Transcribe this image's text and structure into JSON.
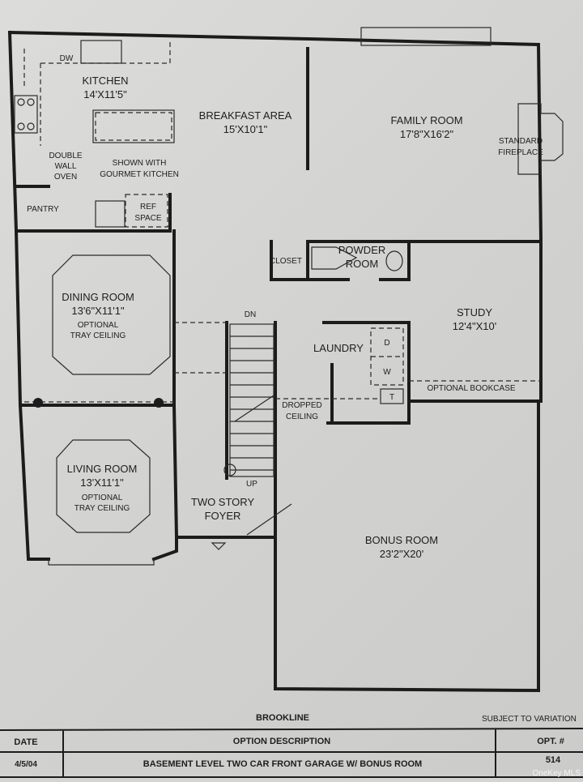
{
  "plan_name": "BROOKLINE",
  "subject_note": "SUBJECT TO VARIATION",
  "rooms": {
    "kitchen": {
      "name": "KITCHEN",
      "size": "14'X11'5\""
    },
    "breakfast": {
      "name": "BREAKFAST AREA",
      "size": "15'X10'1\""
    },
    "family": {
      "name": "FAMILY ROOM",
      "size": "17'8\"X16'2\""
    },
    "dining": {
      "name": "DINING ROOM",
      "size": "13'6\"X11'1\"",
      "note1": "OPTIONAL",
      "note2": "TRAY CEILING"
    },
    "living": {
      "name": "LIVING ROOM",
      "size": "13'X11'1\"",
      "note1": "OPTIONAL",
      "note2": "TRAY CEILING"
    },
    "study": {
      "name": "STUDY",
      "size": "12'4\"X10'"
    },
    "bonus": {
      "name": "BONUS ROOM",
      "size": "23'2\"X20'"
    },
    "foyer": {
      "line1": "TWO STORY",
      "line2": "FOYER"
    },
    "laundry": {
      "name": "LAUNDRY"
    },
    "powder": {
      "line1": "POWDER",
      "line2": "ROOM"
    }
  },
  "labels": {
    "dw": "DW",
    "oven1": "DOUBLE",
    "oven2": "WALL",
    "oven3": "OVEN",
    "gourmet1": "SHOWN WITH",
    "gourmet2": "GOURMET KITCHEN",
    "pantry": "PANTRY",
    "ref1": "REF",
    "ref2": "SPACE",
    "fireplace1": "STANDARD",
    "fireplace2": "FIREPLACE",
    "closet": "CLOSET",
    "dn": "DN",
    "up": "UP",
    "dryer": "D",
    "washer": "W",
    "tub": "T",
    "bookcase": "OPTIONAL BOOKCASE",
    "dropped1": "DROPPED",
    "dropped2": "CEILING"
  },
  "title_block": {
    "headers": {
      "date": "DATE",
      "description": "OPTION DESCRIPTION",
      "option": "OPT. #"
    },
    "row": {
      "date": "4/5/04",
      "description": "BASEMENT LEVEL TWO CAR FRONT GARAGE W/ BONUS ROOM",
      "option": "514"
    }
  },
  "watermark": "OneKey MLS"
}
